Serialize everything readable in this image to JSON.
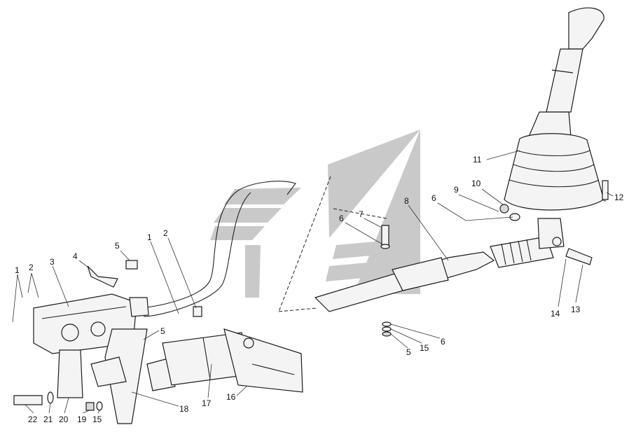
{
  "callouts": [
    {
      "id": "c1a",
      "text": "1"
    },
    {
      "id": "c2a",
      "text": "2"
    },
    {
      "id": "c3",
      "text": "3"
    },
    {
      "id": "c4",
      "text": "4"
    },
    {
      "id": "c5a",
      "text": "5"
    },
    {
      "id": "c1b",
      "text": "1"
    },
    {
      "id": "c2b",
      "text": "2"
    },
    {
      "id": "c5b",
      "text": "5"
    },
    {
      "id": "c6a",
      "text": "6"
    },
    {
      "id": "c7",
      "text": "7"
    },
    {
      "id": "c8",
      "text": "8"
    },
    {
      "id": "c6b",
      "text": "6"
    },
    {
      "id": "c9",
      "text": "9"
    },
    {
      "id": "c10",
      "text": "10"
    },
    {
      "id": "c11",
      "text": "11"
    },
    {
      "id": "c12",
      "text": "12"
    },
    {
      "id": "c14",
      "text": "14"
    },
    {
      "id": "c13",
      "text": "13"
    },
    {
      "id": "c6c",
      "text": "6"
    },
    {
      "id": "c15a",
      "text": "15"
    },
    {
      "id": "c5c",
      "text": "5"
    },
    {
      "id": "c16",
      "text": "16"
    },
    {
      "id": "c17",
      "text": "17"
    },
    {
      "id": "c18",
      "text": "18"
    },
    {
      "id": "c22",
      "text": "22"
    },
    {
      "id": "c21",
      "text": "21"
    },
    {
      "id": "c20",
      "text": "20"
    },
    {
      "id": "c19",
      "text": "19"
    },
    {
      "id": "c15b",
      "text": "15"
    }
  ],
  "colors": {
    "watermark": "#c9c9c9",
    "line": "#222222",
    "background": "#ffffff"
  }
}
